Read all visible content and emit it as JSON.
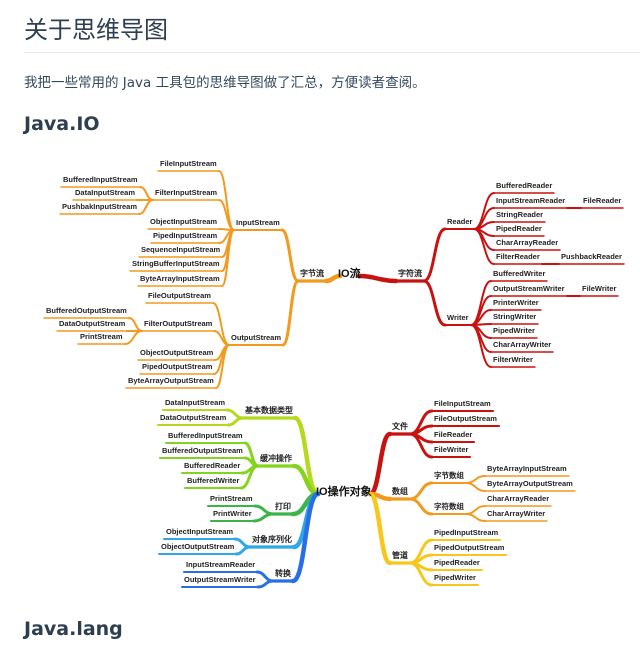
{
  "title": "关于思维导图",
  "intro": "我把一些常用的 Java 工具包的思维导图做了汇总，方便读者查阅。",
  "sections": [
    "Java.IO",
    "Java.lang"
  ],
  "io_stream_map": {
    "colors": {
      "left": "#f39a1e",
      "right": "#c8120f"
    },
    "labels": [
      "IO流",
      "字节流",
      "InputStream",
      "FileInputStream",
      "FilterInputStream",
      "BufferedInputStream",
      "DataInputStream",
      "PushbakInputStream",
      "ObjectInputStream",
      "PipedInputStream",
      "SequenceInputStream",
      "StringBufferInputStream",
      "ByteArrayInputStream",
      "OutputStream",
      "FileOutputStream",
      "FilterOutputStream",
      "BufferedOutputStream",
      "DataOutputStream",
      "PrintStream",
      "ObjectOutputStream",
      "PipedOutputStream",
      "ByteArrayOutputStream",
      "字符流",
      "Reader",
      "BufferedReader",
      "InputStreamReader",
      "FileReader",
      "StringReader",
      "PipedReader",
      "CharArrayReader",
      "FilterReader",
      "PushbackReader",
      "Writer",
      "BufferedWriter",
      "OutputStreamWriter",
      "FileWriter",
      "PrinterWriter",
      "StringWriter",
      "PipedWriter",
      "CharArrayWriter",
      "FilterWriter"
    ]
  },
  "io_object_map": {
    "colors": {
      "basic": "#b5d91e",
      "buffer": "#84d31f",
      "print": "#3cb44a",
      "serialize": "#2ea8e8",
      "convert": "#2a6ee6",
      "file": "#c8120f",
      "array": "#f39a1e",
      "pipe": "#f7c81b"
    },
    "labels": [
      "IO操作对象",
      "基本数据类型",
      "DataInputStream",
      "DataOutputStream",
      "缓冲操作",
      "BufferedInputStream",
      "BufferedOutputStream",
      "BufferedReader",
      "BufferedWriter",
      "打印",
      "PrintStream",
      "PrintWriter",
      "对象序列化",
      "ObjectInputStream",
      "ObjectOutputStream",
      "转换",
      "InputStreamReader",
      "OutputStreamWriter",
      "文件",
      "FileInputStream",
      "FileOutputStream",
      "FileReader",
      "FileWriter",
      "数组",
      "字节数组",
      "ByteArrayInputStream",
      "ByteArrayOutputStream",
      "字符数组",
      "CharArrayReader",
      "CharArrayWriter",
      "管道",
      "PipedInputStream",
      "PipedOutputStream",
      "PipedReader",
      "PipedWriter"
    ]
  }
}
